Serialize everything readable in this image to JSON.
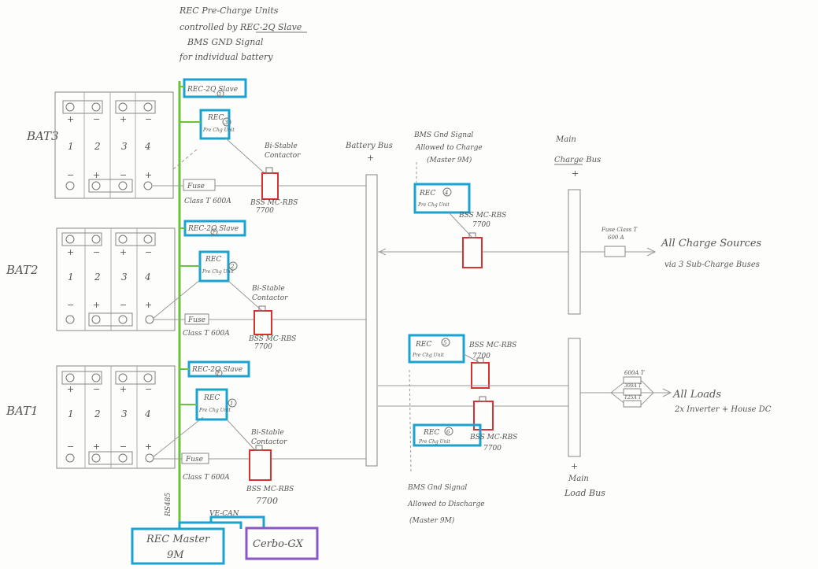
{
  "header_note": [
    "REC Pre-Charge Units",
    "controlled by REC-2Q Slave",
    "BMS GND Signal",
    "for individual battery"
  ],
  "batteries": [
    {
      "label": "BAT3",
      "cells": [
        "1",
        "2",
        "3",
        "4"
      ],
      "top_signs": [
        "+",
        "−",
        "+",
        "−"
      ],
      "bottom_signs": [
        "−",
        "+",
        "−",
        "+"
      ],
      "slave": "REC-2Q Slave",
      "slave_num": "3",
      "precharge": [
        "REC",
        "Pre Chg Unit"
      ],
      "precharge_num": "3",
      "contactor_label": [
        "Bi-Stable",
        "Contactor"
      ],
      "fuse": "Fuse",
      "fuse_class": "Class T 600A",
      "relay_label": [
        "BSS MC-RBS",
        "7700"
      ]
    },
    {
      "label": "BAT2",
      "cells": [
        "1",
        "2",
        "3",
        "4"
      ],
      "top_signs": [
        "+",
        "−",
        "+",
        "−"
      ],
      "bottom_signs": [
        "−",
        "+",
        "−",
        "+"
      ],
      "slave": "REC-2Q Slave",
      "slave_num": "2",
      "precharge": [
        "REC",
        "Pre Chg Unit"
      ],
      "precharge_num": "2",
      "contactor_label": [
        "Bi-Stable",
        "Contactor"
      ],
      "fuse": "Fuse",
      "fuse_class": "Class T 600A",
      "relay_label": [
        "BSS MC-RBS",
        "7700"
      ]
    },
    {
      "label": "BAT1",
      "cells": [
        "1",
        "2",
        "3",
        "4"
      ],
      "top_signs": [
        "+",
        "−",
        "+",
        "−"
      ],
      "bottom_signs": [
        "−",
        "+",
        "−",
        "+"
      ],
      "slave": "REC-2Q Slave",
      "slave_num": "1",
      "precharge": [
        "REC",
        "Pre Chg Unit"
      ],
      "precharge_num": "1",
      "contactor_label": [
        "Bi-Stable",
        "Contactor"
      ],
      "fuse": "Fuse",
      "fuse_class": "Class T 600A",
      "relay_label": [
        "BSS MC-RBS",
        "7700"
      ]
    }
  ],
  "battery_bus": {
    "label": "Battery Bus",
    "sign": "+"
  },
  "charge_side": {
    "gnd_signal": [
      "BMS Gnd Signal",
      "Allowed to Charge",
      "(Master 9M)"
    ],
    "precharge": [
      "REC",
      "Pre Chg Unit"
    ],
    "precharge_num": "4",
    "relay_label": [
      "BSS MC-RBS",
      "7700"
    ],
    "bus_label": [
      "Main",
      "Charge Bus"
    ],
    "bus_sign": "+",
    "fuse": [
      "Fuse Class T",
      "600 A"
    ],
    "dest": [
      "All Charge Sources",
      "via 3 Sub-Charge Buses"
    ]
  },
  "load_side": {
    "precharge_top": [
      "REC",
      "Pre Chg Unit"
    ],
    "precharge_top_num": "5",
    "relay_top_label": [
      "BSS MC-RBS",
      "7700"
    ],
    "precharge_bottom": [
      "REC",
      "Pre Chg Unit"
    ],
    "precharge_bottom_num": "6",
    "relay_bottom_label": [
      "BSS MC-RBS",
      "7700"
    ],
    "gnd_signal": [
      "BMS Gnd Signal",
      "Allowed to Discharge",
      "(Master 9M)"
    ],
    "bus_label": [
      "Main",
      "Load Bus"
    ],
    "bus_sign": "+",
    "fuses": [
      "600A T",
      "300A T",
      "125A T"
    ],
    "dest": [
      "All Loads",
      "2x Inverter + House DC"
    ]
  },
  "master": {
    "label": [
      "REC Master",
      "9M"
    ],
    "rs485": "RS485",
    "vecan": "VE-CAN"
  },
  "gx": {
    "label": "Cerbo-GX"
  },
  "colors": {
    "bms_box": "#1aa3cf",
    "contactor": "#d93030",
    "can_wire": "#6cc13a",
    "gx_box": "#8e55c8",
    "pencil": "#777777"
  }
}
